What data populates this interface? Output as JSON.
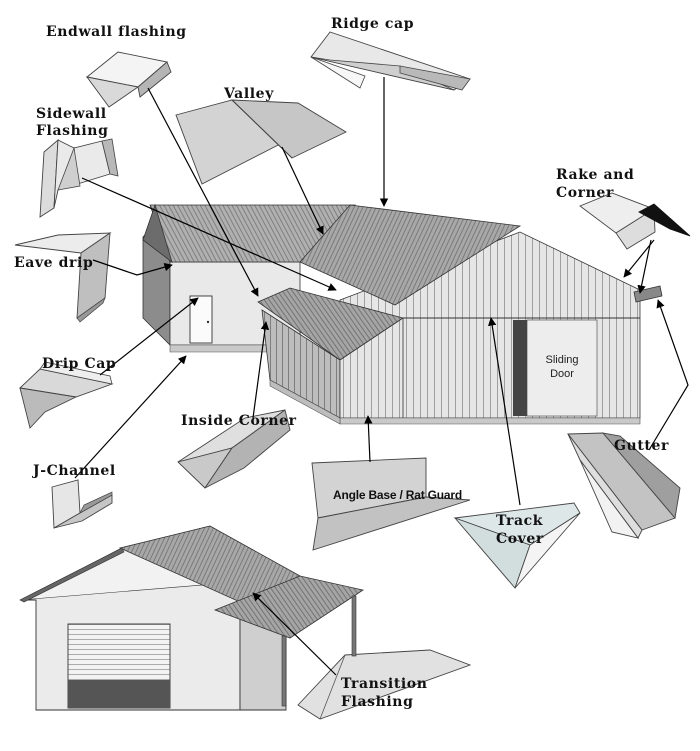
{
  "diagram": {
    "labels": {
      "endwall_flashing": "Endwall flashing",
      "ridge_cap": "Ridge cap",
      "valley": "Valley",
      "sidewall_flashing_line1": "Sidewall",
      "sidewall_flashing_line2": "Flashing",
      "rake_and_corner_line1": "Rake and",
      "rake_and_corner_line2": "Corner",
      "eave_drip": "Eave drip",
      "drip_cap": "Drip Cap",
      "sliding_door_line1": "Sliding",
      "sliding_door_line2": "Door",
      "inside_corner": "Inside Corner",
      "gutter": "Gutter",
      "j_channel": "J-Channel",
      "angle_base_rat_guard": "Angle Base / Rat Guard",
      "track_cover_line1": "Track",
      "track_cover_line2": "Cover",
      "transition_flashing_line1": "Transition",
      "transition_flashing_line2": "Flashing"
    }
  }
}
